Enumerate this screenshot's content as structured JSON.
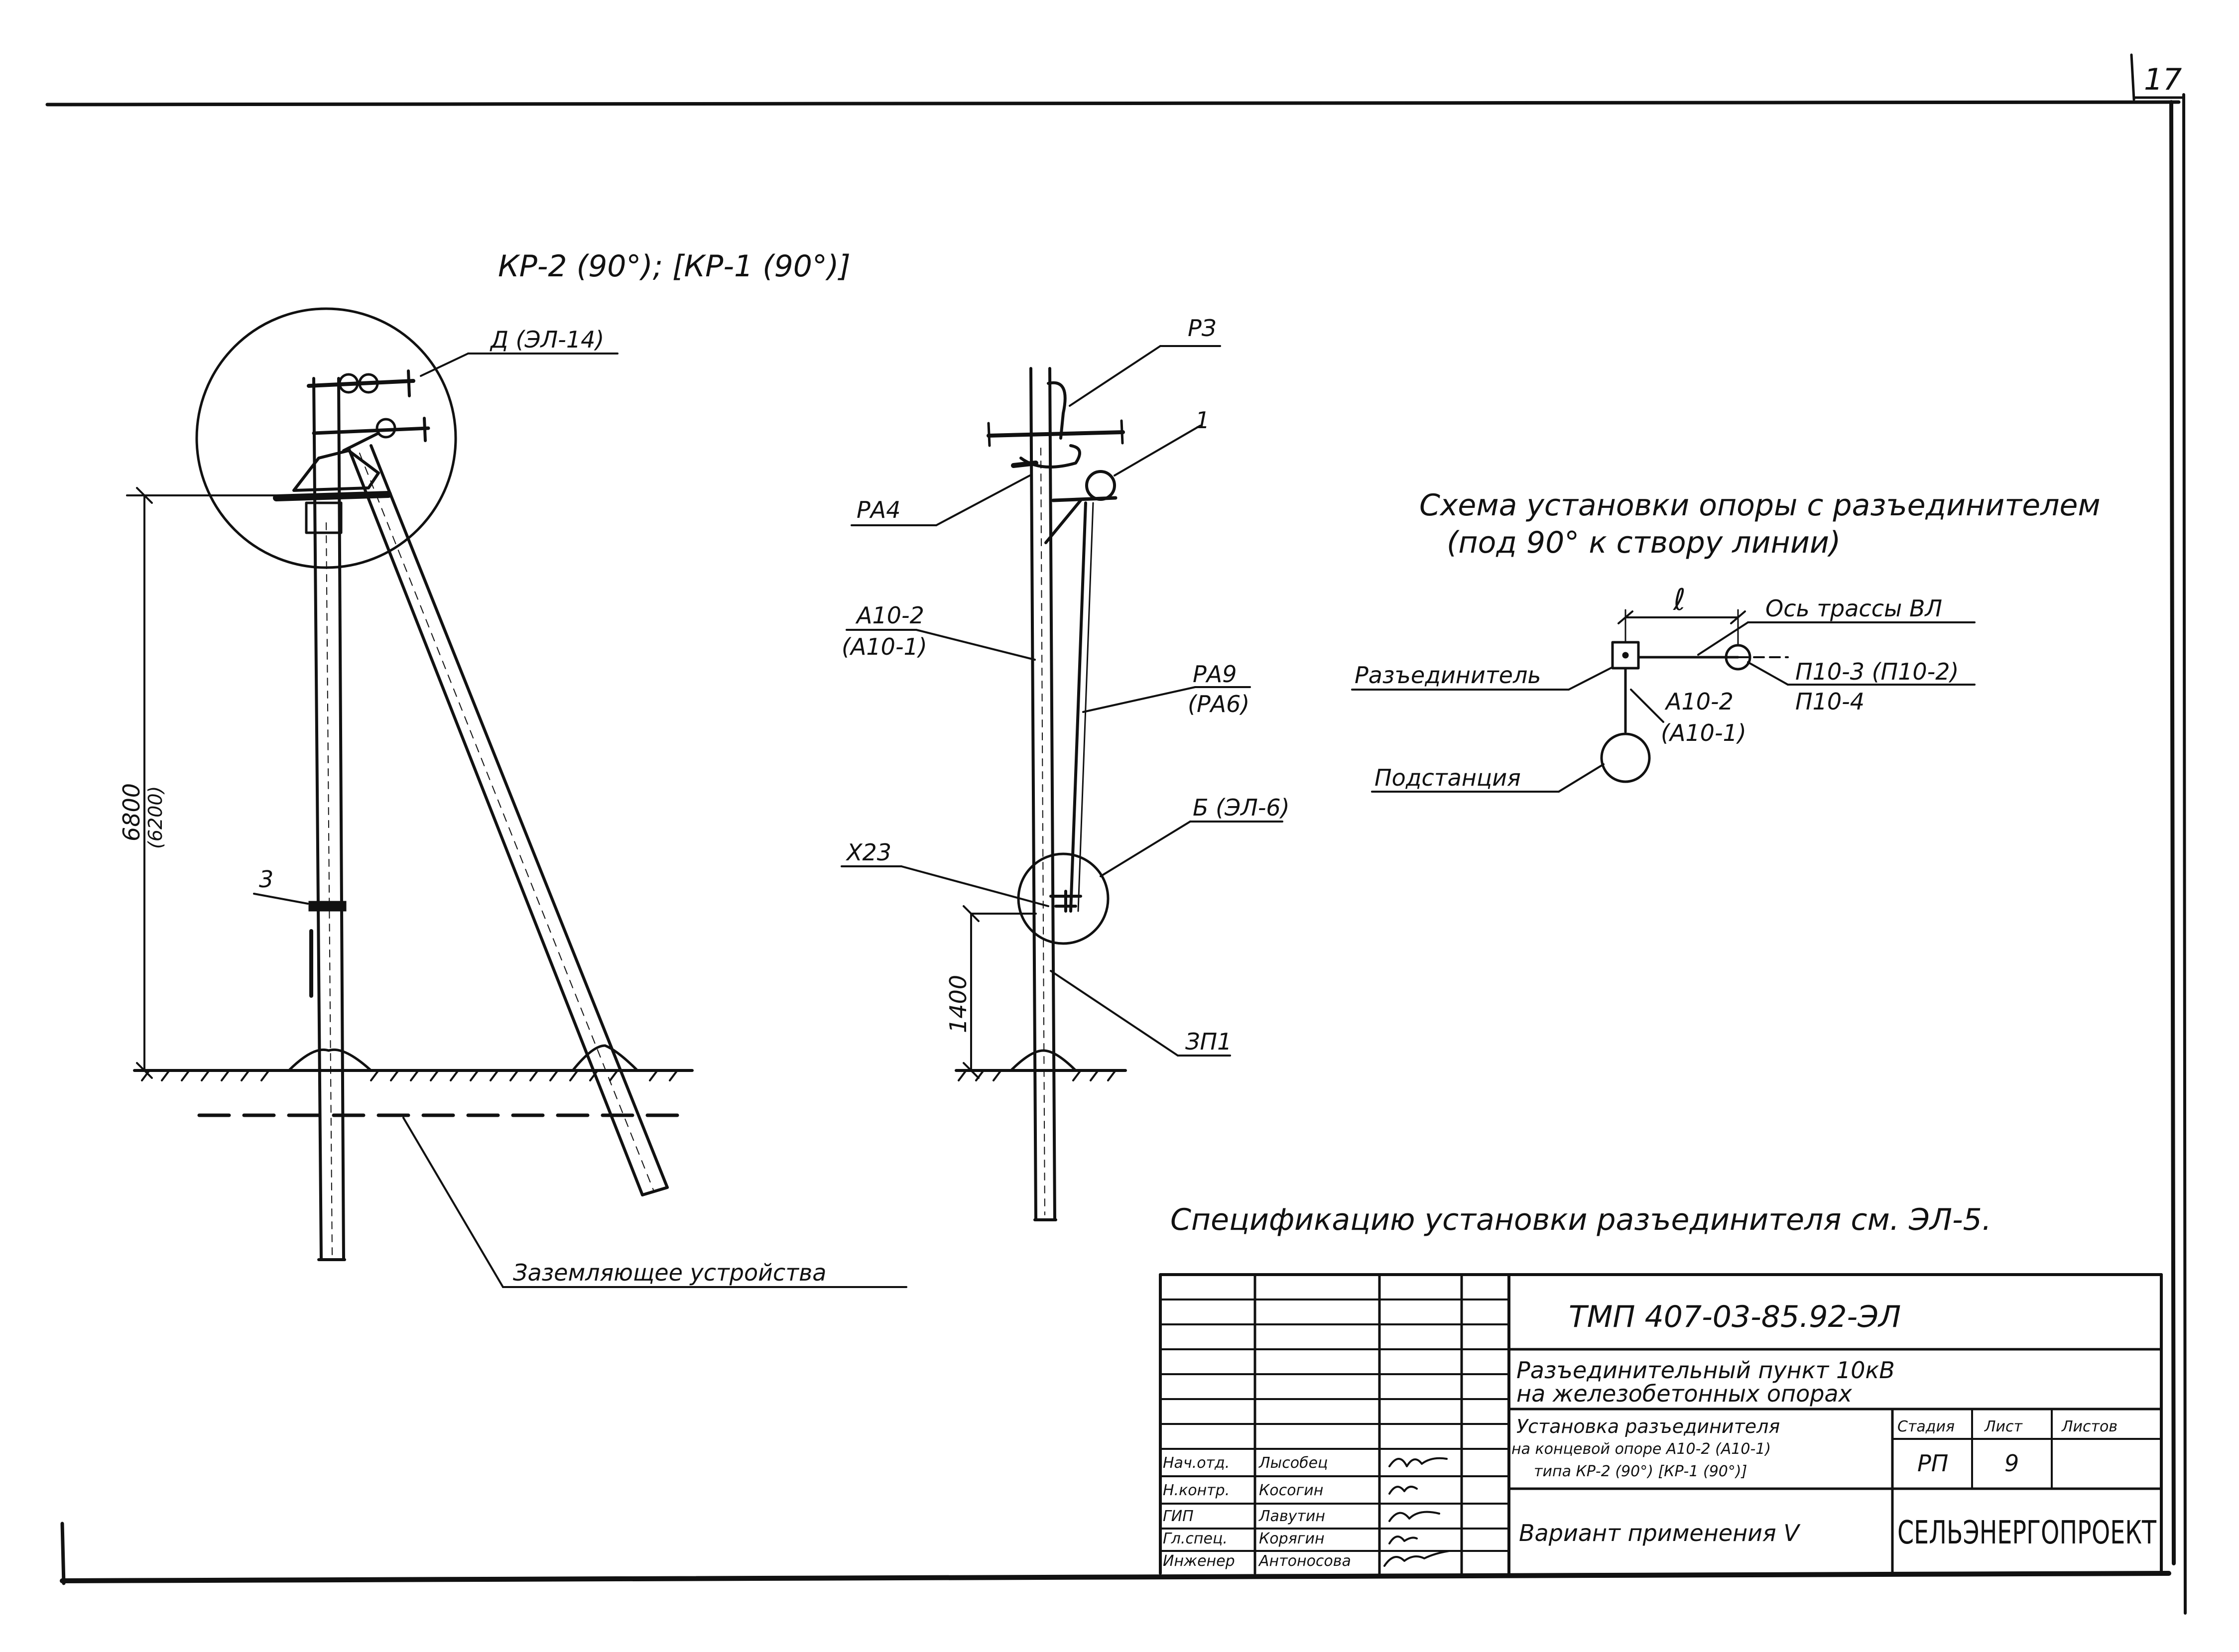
{
  "sheet_number": "17",
  "variant_title": "КР-2 (90°); [КР-1 (90°)]",
  "left_pole": {
    "callout_top": "Д (ЭЛ-14)",
    "callout_clamp": "3",
    "height_main": "6800",
    "height_alt": "(6200)",
    "grounding_label": "Заземляющее устройства"
  },
  "right_pole": {
    "callout_r3": "РЗ",
    "callout_1": "1",
    "callout_ra4": "РА4",
    "callout_a10": "А10-2",
    "callout_a10_alt": "(А10-1)",
    "callout_ra9": "РА9",
    "callout_ra9_alt": "(РА6)",
    "callout_b": "Б (ЭЛ-6)",
    "callout_x23": "Х23",
    "callout_zp1": "ЗП1",
    "height_drive": "1400"
  },
  "scheme": {
    "title_line1": "Схема установки опоры с разъединителем",
    "title_line2": "(под 90° к створу линии)",
    "dim_l": "ℓ",
    "axis_label": "Ось трассы ВЛ",
    "disconnector_label": "Разъединитель",
    "pole_label": "П10-3 (П10-2)",
    "pole_label2": "П10-4",
    "anchor_label": "А10-2",
    "anchor_label_alt": "(А10-1)",
    "substation_label": "Подстанция"
  },
  "specification_note": "Спецификацию установки разъединителя см. ЭЛ-5.",
  "title_block": {
    "code": "ТМП 407-03-85.92-ЭЛ",
    "project_line1": "Разъединительный пункт 10кВ",
    "project_line2": "на железобетонных опорах",
    "drawing_line1": "Установка разъединителя",
    "drawing_line2": "на концевой опоре А10-2 (А10-1)",
    "drawing_line3": "типа КР-2 (90°) [КР-1 (90°)]",
    "variant": "Вариант применения V",
    "stage_header": "Стадия",
    "sheet_header": "Лист",
    "sheets_header": "Листов",
    "stage": "РП",
    "sheet": "9",
    "sheets": "",
    "organization": "СЕЛЬЭНЕРГОПРОЕКТ",
    "signatures": [
      {
        "role": "Нач.отд.",
        "name": "Лысобец"
      },
      {
        "role": "Н.контр.",
        "name": "Косогин"
      },
      {
        "role": "ГИП",
        "name": "Лавутин"
      },
      {
        "role": "Гл.спец.",
        "name": "Корягин"
      },
      {
        "role": "Инженер",
        "name": "Антоносова"
      }
    ]
  }
}
